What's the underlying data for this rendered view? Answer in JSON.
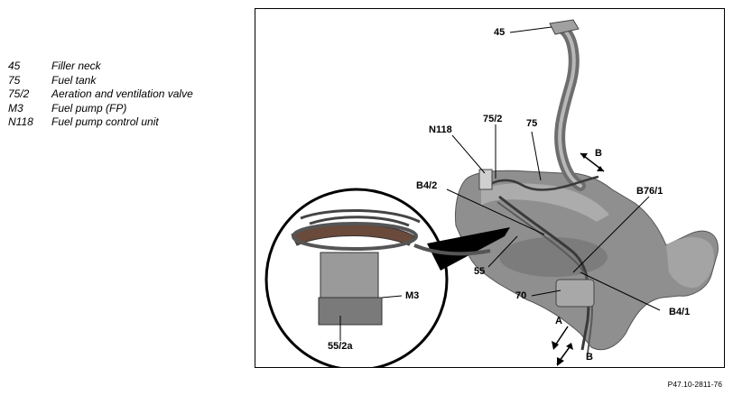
{
  "legend": [
    {
      "code": "45",
      "desc": "Filler neck"
    },
    {
      "code": "75",
      "desc": "Fuel tank"
    },
    {
      "code": "75/2",
      "desc": "Aeration and ventilation valve"
    },
    {
      "code": "M3",
      "desc": "Fuel pump (FP)"
    },
    {
      "code": "N118",
      "desc": "Fuel pump control unit"
    }
  ],
  "callouts": {
    "c45": "45",
    "cN118": "N118",
    "c75_2": "75/2",
    "c75": "75",
    "cB": "B",
    "cB4_2": "B4/2",
    "cB76_1": "B76/1",
    "c55": "55",
    "cM3": "M3",
    "c70": "70",
    "cB4_1": "B4/1",
    "cA": "A",
    "cB2": "B",
    "c55_2a": "55/2a"
  },
  "reference_code": "P47.10-2811-76",
  "colors": {
    "tank": "#8f8f8f",
    "tank_dark": "#6e6e6e",
    "tank_light": "#b8b8b8",
    "line": "#000000"
  }
}
